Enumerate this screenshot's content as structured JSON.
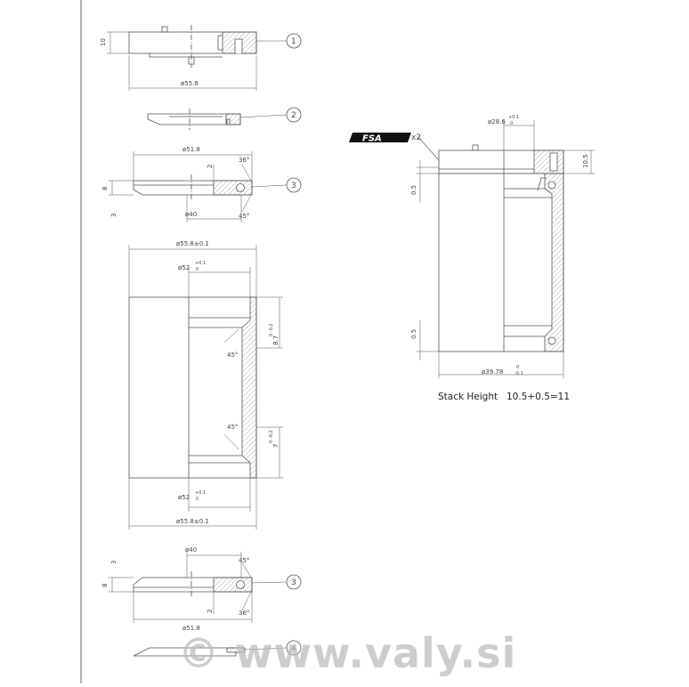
{
  "page": {
    "title": ""
  },
  "logo": {
    "text": "FSA",
    "multiplier": "x2"
  },
  "part_callouts": {
    "top_cap": "1",
    "compression_ring": "2",
    "upper_bearing": "3",
    "lower_bearing": "3",
    "crown_seal": "4"
  },
  "top_cap": {
    "height": "10",
    "diameter": "ø55.8"
  },
  "upper_bearing": {
    "outer_diameter": "ø51.8",
    "inner_diameter": "ø40",
    "height": "8",
    "lip": "3",
    "step": "2",
    "angle_top": "36°",
    "angle_bottom": "45°"
  },
  "cup": {
    "top_outer": "ø55.8±0.1",
    "top_inner_base": "ø52",
    "top_inner_tol_upper": "+0.1",
    "top_inner_tol_lower": "0",
    "depth_upper": "8.7",
    "depth_upper_tol": "0 -0.2",
    "angle_upper": "45°",
    "angle_lower": "45°",
    "depth_lower": "7",
    "depth_lower_tol": "0 -0.2",
    "bottom_inner_base": "ø52",
    "bottom_inner_tol_upper": "+0.1",
    "bottom_inner_tol_lower": "0",
    "bottom_outer": "ø55.8±0.1"
  },
  "lower_bearing": {
    "inner_diameter": "ø40",
    "outer_diameter": "ø51.8",
    "height": "8",
    "lip": "3",
    "step": "2",
    "angle_top": "45°",
    "angle_bottom": "36°"
  },
  "assembly": {
    "steerer_base": "ø28.6",
    "steerer_tol_upper": "+0.1",
    "steerer_tol_lower": "0",
    "cap_height": "10.5",
    "upper_gap": "0.5",
    "lower_gap": "0.5",
    "crown_base": "ø39.78",
    "crown_tol_upper": "0",
    "crown_tol_lower": "-0.1"
  },
  "stack_height": {
    "label": "Stack Height",
    "formula": "10.5+0.5=11"
  },
  "watermark": {
    "text": "© www.valy.si"
  },
  "colors": {
    "line": "#555555",
    "hatch": "#8a8a8a",
    "text": "#444444",
    "watermark": "#bdbdbd"
  }
}
